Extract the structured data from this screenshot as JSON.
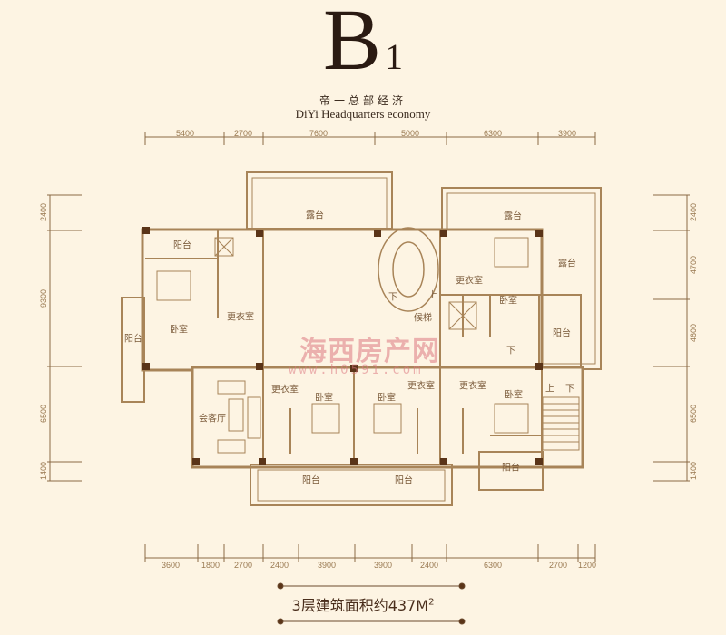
{
  "header": {
    "title_main": "B",
    "title_sub": "1",
    "subtitle_cn": "帝一总部经济",
    "subtitle_en": "DiYi Headquarters economy"
  },
  "dimensions": {
    "top": [
      "5400",
      "2700",
      "7600",
      "5000",
      "6300",
      "3900"
    ],
    "bottom": [
      "3600",
      "1800",
      "2700",
      "2400",
      "3900",
      "3900",
      "2400",
      "6300",
      "2700",
      "1200"
    ],
    "left": [
      "2400",
      "9300",
      "6500",
      "1400"
    ],
    "right": [
      "2400",
      "4700",
      "4600",
      "6500",
      "1400"
    ]
  },
  "rooms": {
    "terrace_top": "露台",
    "terrace_right_top": "露台",
    "terrace_right": "露台",
    "balcony_left_top": "阳台",
    "bedroom_left": "卧室",
    "closet_left": "更衣室",
    "balcony_left": "阳台",
    "closet_right_top": "更衣室",
    "bedroom_right_top": "卧室",
    "elevator_lobby": "候梯",
    "balcony_right": "阳台",
    "down_right": "下",
    "stair_down": "下",
    "stair_up": "上",
    "closet_mid1": "更衣室",
    "bedroom_mid1": "卧室",
    "bedroom_mid2": "卧室",
    "closet_mid2": "更衣室",
    "closet_mid3": "更衣室",
    "bedroom_right": "卧室",
    "reception": "会客厅",
    "balcony_bottom1": "阳台",
    "balcony_bottom2": "阳台",
    "balcony_bottom3": "阳台",
    "stair2_up": "上",
    "stair2_down": "下"
  },
  "watermark": {
    "name": "海西房产网",
    "url": "www.h0591.com"
  },
  "footer": {
    "area_text": "3层建筑面积约437M",
    "area_sup": "2"
  },
  "colors": {
    "background": "#fdf4e3",
    "wall": "#a88458",
    "pillar": "#5a3418",
    "text": "#4a2e1c"
  }
}
